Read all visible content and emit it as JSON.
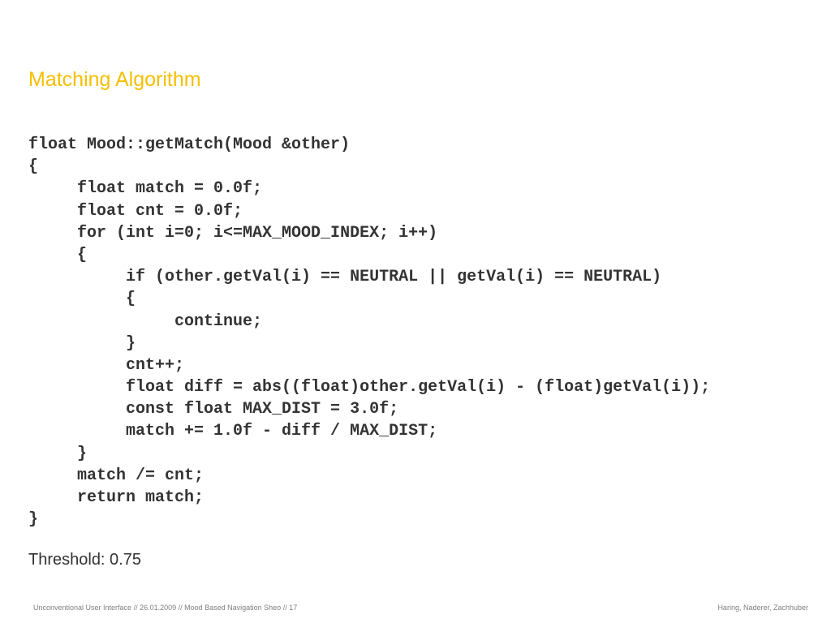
{
  "slide": {
    "title": "Matching Algorithm",
    "code_lines": [
      "float Mood::getMatch(Mood &other)",
      "{",
      "     float match = 0.0f;",
      "     float cnt = 0.0f;",
      "     for (int i=0; i<=MAX_MOOD_INDEX; i++)",
      "     {",
      "          if (other.getVal(i) == NEUTRAL || getVal(i) == NEUTRAL)",
      "          {",
      "               continue;",
      "          }",
      "          cnt++;",
      "          float diff = abs((float)other.getVal(i) - (float)getVal(i));",
      "          const float MAX_DIST = 3.0f;",
      "          match += 1.0f - diff / MAX_DIST;",
      "     }",
      "     match /= cnt;",
      "     return match;",
      "}"
    ],
    "threshold": "Threshold: 0.75"
  },
  "footer": {
    "left": "Unconventional User Interface // 26.01.2009 // Mood Based Navigation Sheo // 17",
    "right": "Haring, Naderer, Zachhuber"
  },
  "colors": {
    "title": "#f5bf00",
    "text": "#333333",
    "footer": "#7f7f7f"
  }
}
